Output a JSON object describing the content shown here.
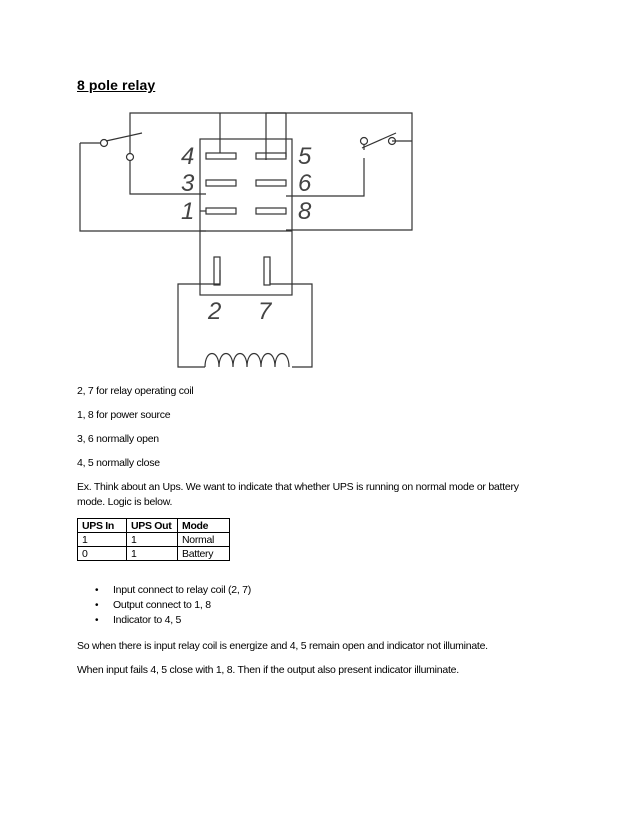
{
  "document": {
    "title": "8 pole relay",
    "diagram": {
      "pin_labels": [
        "4",
        "3",
        "1",
        "5",
        "6",
        "8",
        "2",
        "7"
      ]
    },
    "lines": [
      "2, 7 for relay operating coil",
      "1, 8 for power source",
      "3, 6 normally open",
      "4, 5 normally close",
      "Ex. Think about an Ups. We want to indicate that whether UPS is running on normal mode or battery",
      "mode. Logic is below."
    ],
    "logic_table": {
      "headers": [
        "UPS In",
        "UPS Out",
        "Mode"
      ],
      "rows": [
        [
          "1",
          "1",
          "Normal"
        ],
        [
          "0",
          "1",
          "Battery"
        ]
      ]
    },
    "bullets": [
      "Input connect to relay coil (2, 7)",
      "Output connect to 1, 8",
      "Indicator to 4, 5"
    ],
    "bullet_glyph": "•",
    "paragraphs": [
      "So when there is input relay coil is energize and 4, 5 remain open and indicator not illuminate.",
      "When input fails 4, 5 close with 1, 8. Then if the output also present indicator illuminate."
    ]
  }
}
